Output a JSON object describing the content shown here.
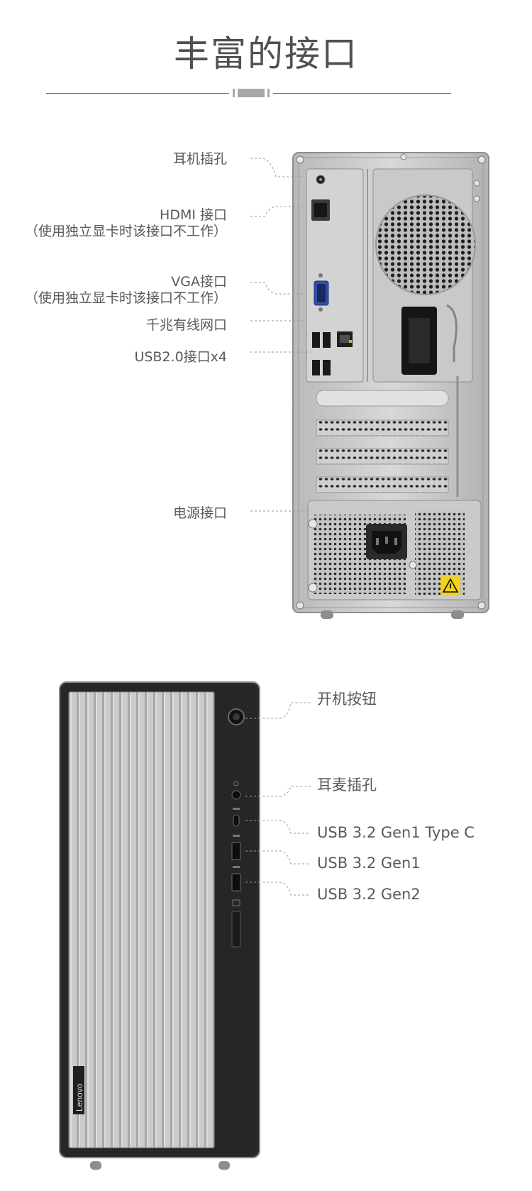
{
  "title": "丰富的接口",
  "rear_panel": {
    "labels": {
      "headphone": "耳机插孔",
      "hdmi": "HDMI 接口",
      "hdmi_note": "（使用独立显卡时该接口不工作）",
      "vga": "VGA接口",
      "vga_note": "（使用独立显卡时该接口不工作）",
      "ethernet": "千兆有线网口",
      "usb2": "USB2.0接口x4",
      "power": "电源接口"
    }
  },
  "front_panel": {
    "brand": "Lenovo",
    "labels": {
      "power_button": "开机按钮",
      "headset": "耳麦插孔",
      "usb_c": "USB 3.2 Gen1 Type C",
      "usb_gen1": "USB 3.2 Gen1",
      "usb_gen2": "USB 3.2 Gen2"
    }
  },
  "colors": {
    "chassis_silver": "#c9c9c9",
    "front_black": "#262626",
    "vga_blue": "#2f4fa8",
    "warning_yellow": "#f2d21a"
  }
}
